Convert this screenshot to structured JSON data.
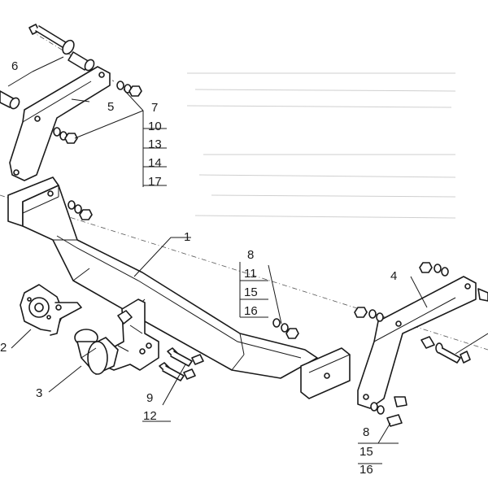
{
  "callouts": {
    "c1": "1",
    "c2": "2",
    "c3": "3",
    "c4": "4",
    "c5": "5",
    "c6": "6",
    "stack_top": [
      "7",
      "10",
      "13",
      "14",
      "17"
    ],
    "stack_mid": [
      "8",
      "11",
      "15",
      "16"
    ],
    "stack_bottom_left": [
      "9",
      "12"
    ],
    "stack_bottom_right": [
      "8",
      "15",
      "16"
    ]
  },
  "colors": {
    "line": "#1a1a1a",
    "background": "#ffffff"
  }
}
